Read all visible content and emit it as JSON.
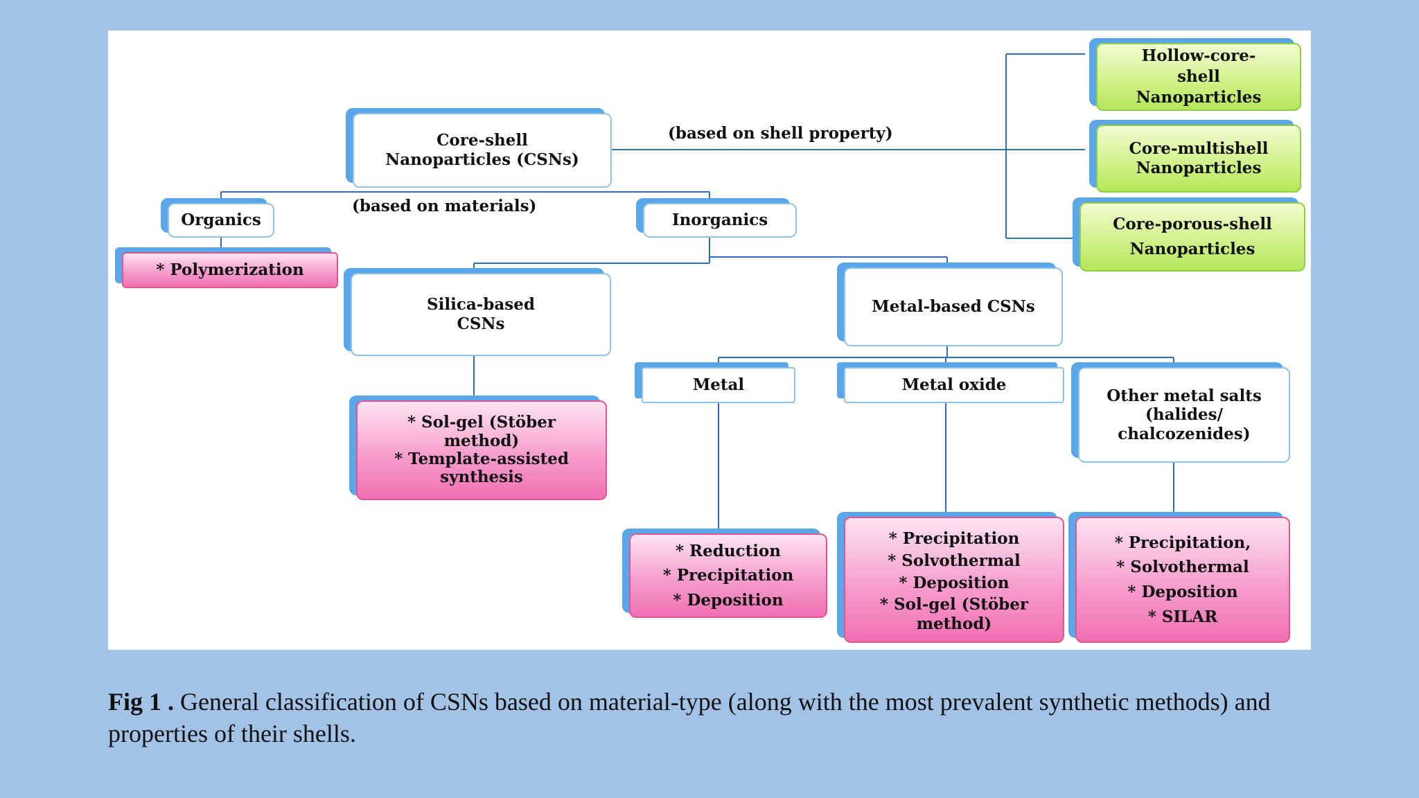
{
  "nodes": {
    "root": [
      "Core-shell",
      "Nanoparticles (CSNs)"
    ],
    "organics": [
      "Organics"
    ],
    "polymerization": [
      "* Polymerization"
    ],
    "inorganics": [
      "Inorganics"
    ],
    "silica": [
      "Silica-based",
      "CSNs"
    ],
    "silica_methods": [
      "* Sol-gel (Stöber",
      "method)",
      "* Template-assisted",
      "synthesis"
    ],
    "metal_based": [
      "Metal-based CSNs"
    ],
    "metal": [
      "Metal"
    ],
    "metal_oxide": [
      "Metal oxide"
    ],
    "other_salts": [
      "Other metal salts",
      "(halides/",
      "chalcozenides)"
    ],
    "metal_methods": [
      "* Reduction",
      "* Precipitation",
      "* Deposition"
    ],
    "oxide_methods": [
      "* Precipitation",
      "* Solvothermal",
      "* Deposition",
      "* Sol-gel (Stöber",
      "method)"
    ],
    "salt_methods": [
      "* Precipitation,",
      "* Solvothermal",
      "* Deposition",
      "* SILAR"
    ],
    "hollow": [
      "Hollow-core-",
      "shell",
      "Nanoparticles"
    ],
    "multishell": [
      "Core-multishell",
      "Nanoparticles"
    ],
    "porous": [
      "Core-porous-shell",
      "Nanoparticles"
    ]
  },
  "edge_labels": {
    "shell": "(based on shell property)",
    "materials": "(based on materials)"
  },
  "caption": {
    "prefix": "Fig 1 .",
    "text": " General classification of CSNs based on material-type (along with the most prevalent synthetic methods) and properties of their shells."
  },
  "colors": {
    "page_background": "#a2c3e6",
    "connector": "#2f6fb6",
    "node_shadow": "#5aa6e8",
    "method_box": "#f79ecd",
    "shell_type_box": "#d2f28c"
  }
}
